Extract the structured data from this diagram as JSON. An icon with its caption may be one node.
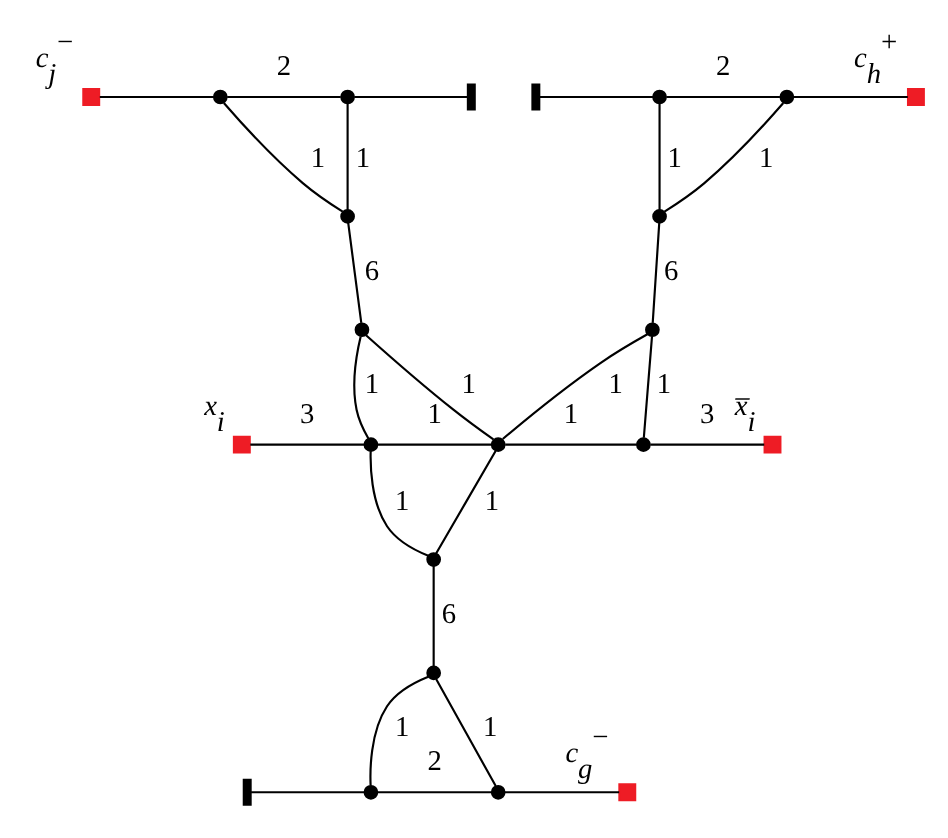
{
  "diagram": {
    "nodes": [
      {
        "text": [],
        "shape": "box",
        "beside": [
          "c$_{j}$$^{−}$"
        ]
      },
      {
        "text": [],
        "shape": "circle"
      },
      {
        "text": [],
        "shape": "circle"
      },
      {
        "text": [],
        "shape": "bar"
      },
      {
        "text": [],
        "shape": "bar"
      },
      {
        "text": [],
        "shape": "circle"
      },
      {
        "text": [],
        "shape": "circle"
      },
      {
        "text": [],
        "shape": "box",
        "beside": [
          "c$_{h}$$^{+}$"
        ]
      },
      {
        "text": [],
        "shape": "circle"
      },
      {
        "text": [],
        "shape": "circle"
      },
      {
        "text": [],
        "shape": "circle"
      },
      {
        "text": [],
        "shape": "circle"
      },
      {
        "text": [],
        "shape": "box",
        "beside": [
          "x$_{i}$"
        ]
      },
      {
        "text": [],
        "shape": "circle"
      },
      {
        "text": [],
        "shape": "circle"
      },
      {
        "text": [],
        "shape": "circle"
      },
      {
        "text": [],
        "shape": "box",
        "beside": [
          "x̅$_{i}$"
        ]
      },
      {
        "text": [],
        "shape": "circle"
      },
      {
        "text": [],
        "shape": "circle"
      },
      {
        "text": [],
        "shape": "bar"
      },
      {
        "text": [],
        "shape": "circle"
      },
      {
        "text": [],
        "shape": "circle"
      },
      {
        "text": [],
        "shape": "box",
        "beside": [
          "c$_{g}$$^{−}$"
        ]
      }
    ],
    "edges": [
      {
        "from": 0,
        "to": 1,
        "arrow": "none"
      },
      {
        "from": 1,
        "to": 2,
        "arrow": "none",
        "label": "2"
      },
      {
        "from": 2,
        "to": 3,
        "arrow": "none"
      },
      {
        "from": 1,
        "to": 8,
        "arrow": "none",
        "label": "1"
      },
      {
        "from": 2,
        "to": 8,
        "arrow": "none",
        "label": "1"
      },
      {
        "from": 8,
        "to": 10,
        "arrow": "none",
        "label": "6"
      },
      {
        "from": 4,
        "to": 5,
        "arrow": "none"
      },
      {
        "from": 5,
        "to": 6,
        "arrow": "none",
        "label": "2"
      },
      {
        "from": 6,
        "to": 7,
        "arrow": "none"
      },
      {
        "from": 5,
        "to": 9,
        "arrow": "none",
        "label": "1"
      },
      {
        "from": 6,
        "to": 9,
        "arrow": "none",
        "label": "1"
      },
      {
        "from": 9,
        "to": 11,
        "arrow": "none",
        "label": "6"
      },
      {
        "from": 12,
        "to": 13,
        "arrow": "none",
        "label": "3"
      },
      {
        "from": 10,
        "to": 13,
        "arrow": "none",
        "label": "1"
      },
      {
        "from": 10,
        "to": 14,
        "arrow": "none",
        "label": "1"
      },
      {
        "from": 13,
        "to": 14,
        "arrow": "none",
        "label": "1"
      },
      {
        "from": 13,
        "to": 17,
        "arrow": "none",
        "label": "1"
      },
      {
        "from": 14,
        "to": 17,
        "arrow": "none",
        "label": "1"
      },
      {
        "from": 11,
        "to": 14,
        "arrow": "none",
        "label": "1"
      },
      {
        "from": 11,
        "to": 15,
        "arrow": "none",
        "label": "1"
      },
      {
        "from": 14,
        "to": 15,
        "arrow": "none",
        "label": "1"
      },
      {
        "from": 15,
        "to": 16,
        "arrow": "none",
        "label": "3"
      },
      {
        "from": 17,
        "to": 18,
        "arrow": "none",
        "label": "6"
      },
      {
        "from": 18,
        "to": 20,
        "arrow": "none",
        "label": "1"
      },
      {
        "from": 18,
        "to": 21,
        "arrow": "none",
        "label": "1"
      },
      {
        "from": 20,
        "to": 21,
        "arrow": "none",
        "label": "2"
      },
      {
        "from": 19,
        "to": 20,
        "arrow": "none"
      },
      {
        "from": 21,
        "to": 22,
        "arrow": "none"
      }
    ]
  }
}
